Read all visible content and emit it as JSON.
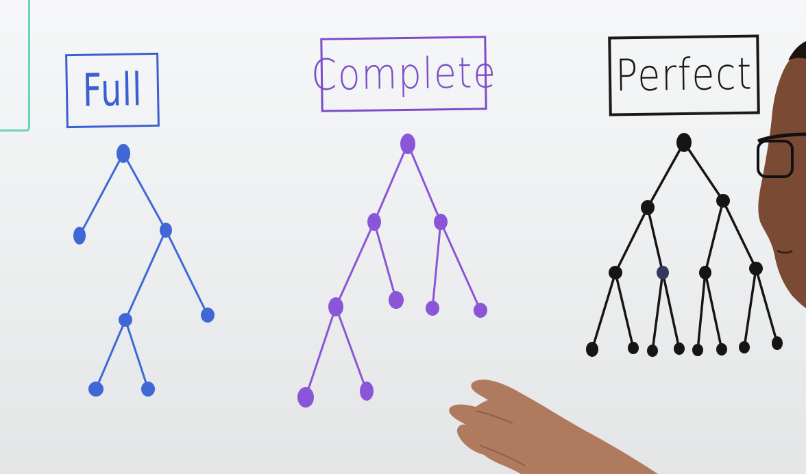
{
  "labels": {
    "full": "Full",
    "complete": "Complete",
    "perfect": "Perfect"
  },
  "colors": {
    "full": "#3a5fd0",
    "complete": "#7d4cc9",
    "perfect": "#181818",
    "board": "#eef0f1"
  },
  "trees": {
    "full": "full binary tree",
    "complete": "complete binary tree",
    "perfect": "perfect binary tree"
  }
}
